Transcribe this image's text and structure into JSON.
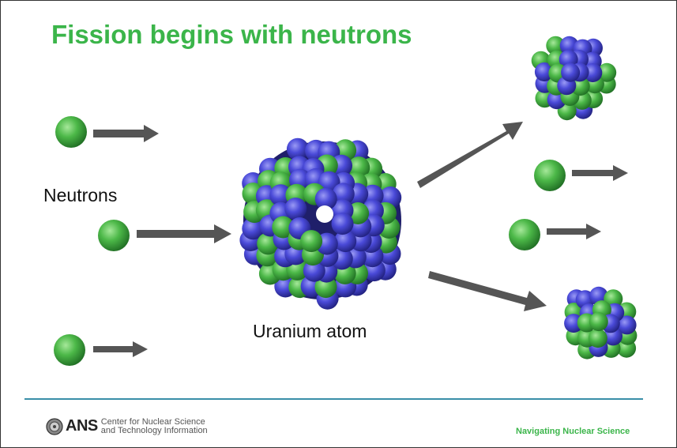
{
  "slide": {
    "title": "Fission begins with neutrons",
    "labels": {
      "neutrons": "Neutrons",
      "uranium": "Uranium atom"
    }
  },
  "footer": {
    "org_short": "ANS",
    "org_line1": "Center for Nuclear Science",
    "org_line2": "and Technology Information",
    "tagline": "Navigating Nuclear Science"
  },
  "colors": {
    "title_green": "#3bb54a",
    "neutron_green": "#4cb848",
    "proton_blue": "#4a4ad8",
    "arrow_gray": "#555555",
    "rule_teal": "#3a8fa8"
  },
  "icons": {
    "logo": "ans-seal-icon"
  }
}
